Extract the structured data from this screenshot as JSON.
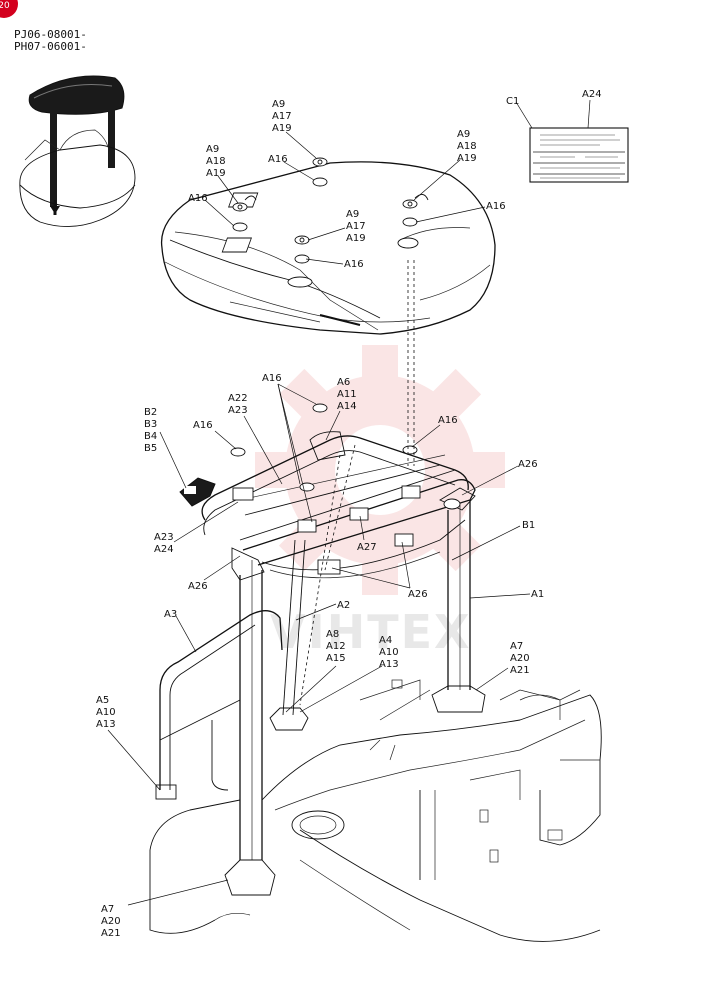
{
  "page_badge": "20",
  "serials": [
    "PJ06-08001-",
    "PH07-06001-"
  ],
  "watermark": "VIHTEX",
  "callouts": [
    {
      "id": "c-a9-a17-a19-top",
      "lines": [
        "A9",
        "A17",
        "A19"
      ]
    },
    {
      "id": "c-a16-top",
      "lines": [
        "A16"
      ]
    },
    {
      "id": "c-a9-a18-a19-left",
      "lines": [
        "A9",
        "A18",
        "A19"
      ]
    },
    {
      "id": "c-a16-left",
      "lines": [
        "A16"
      ]
    },
    {
      "id": "c-a9-a17-a19-mid",
      "lines": [
        "A9",
        "A17",
        "A19"
      ]
    },
    {
      "id": "c-a16-mid",
      "lines": [
        "A16"
      ]
    },
    {
      "id": "c-a9-a18-a19-right",
      "lines": [
        "A9",
        "A18",
        "A19"
      ]
    },
    {
      "id": "c-a16-right",
      "lines": [
        "A16"
      ]
    },
    {
      "id": "c-c1",
      "lines": [
        "C1"
      ]
    },
    {
      "id": "c-a24",
      "lines": [
        "A24"
      ]
    },
    {
      "id": "c-a16-frame-top",
      "lines": [
        "A16"
      ]
    },
    {
      "id": "c-a6-a11-a14",
      "lines": [
        "A6",
        "A11",
        "A14"
      ]
    },
    {
      "id": "c-a22-a23",
      "lines": [
        "A22",
        "A23"
      ]
    },
    {
      "id": "c-b2-b5",
      "lines": [
        "B2",
        "B3",
        "B4",
        "B5"
      ]
    },
    {
      "id": "c-a16-frame-left",
      "lines": [
        "A16"
      ]
    },
    {
      "id": "c-a16-frame-right",
      "lines": [
        "A16"
      ]
    },
    {
      "id": "c-a26-right",
      "lines": [
        "A26"
      ]
    },
    {
      "id": "c-b1",
      "lines": [
        "B1"
      ]
    },
    {
      "id": "c-a23-a24",
      "lines": [
        "A23",
        "A24"
      ]
    },
    {
      "id": "c-a27",
      "lines": [
        "A27"
      ]
    },
    {
      "id": "c-a26-left",
      "lines": [
        "A26"
      ]
    },
    {
      "id": "c-a26-center",
      "lines": [
        "A26"
      ]
    },
    {
      "id": "c-a1",
      "lines": [
        "A1"
      ]
    },
    {
      "id": "c-a3",
      "lines": [
        "A3"
      ]
    },
    {
      "id": "c-a2",
      "lines": [
        "A2"
      ]
    },
    {
      "id": "c-a8-a12-a15",
      "lines": [
        "A8",
        "A12",
        "A15"
      ]
    },
    {
      "id": "c-a4-a10-a13",
      "lines": [
        "A4",
        "A10",
        "A13"
      ]
    },
    {
      "id": "c-a7-a20-a21-right",
      "lines": [
        "A7",
        "A20",
        "A21"
      ]
    },
    {
      "id": "c-a5-a10-a13",
      "lines": [
        "A5",
        "A10",
        "A13"
      ]
    },
    {
      "id": "c-a7-a20-a21-left",
      "lines": [
        "A7",
        "A20",
        "A21"
      ]
    }
  ]
}
